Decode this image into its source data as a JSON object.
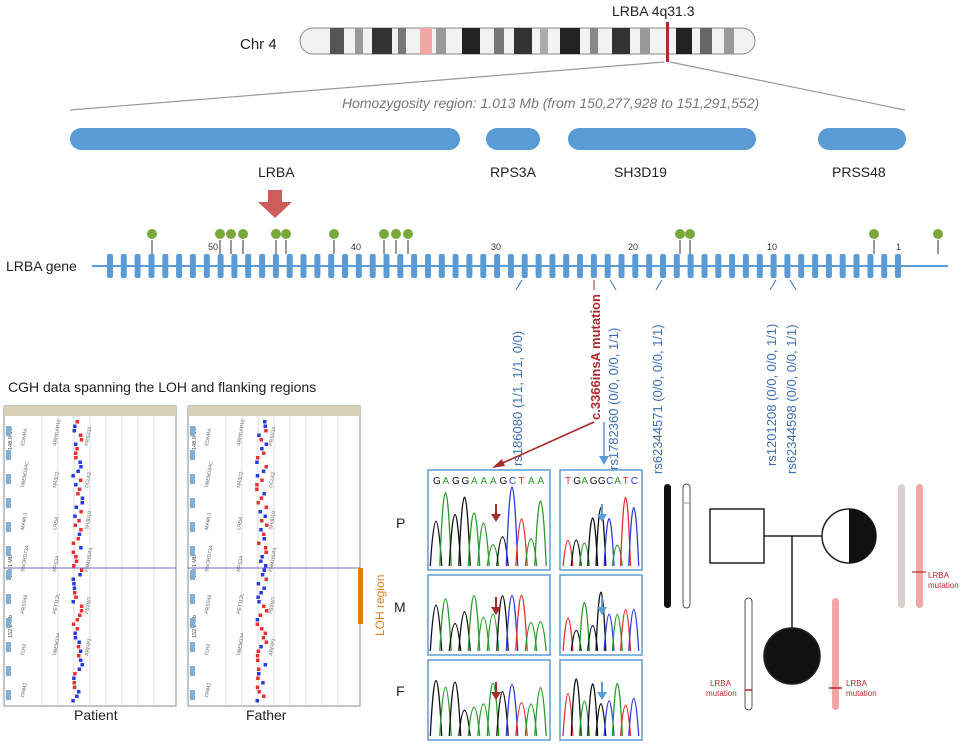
{
  "chromosome": {
    "name": "Chr 4",
    "locus_label": "LRBA 4q31.3"
  },
  "homozygosity": {
    "text": "Homozygosity region: 1.013 Mb (from 150,277,928 to 151,291,552)"
  },
  "genes": [
    {
      "name": "LRBA"
    },
    {
      "name": "RPS3A"
    },
    {
      "name": "SH3D19"
    },
    {
      "name": "PRSS48"
    }
  ],
  "lrba_gene": {
    "label": "LRBA gene",
    "exon_count": 58,
    "exon_ticks": [
      "50",
      "40",
      "30",
      "20",
      "10",
      "1"
    ]
  },
  "variants": [
    {
      "label": "rs186080 (1/1, 1/1, 0/0)",
      "color": "#3d6fb6"
    },
    {
      "label": "c.3366insA mutation",
      "color": "#b02a2a"
    },
    {
      "label": "rs1782360 (0/0, 0/0, 1/1)",
      "color": "#3d6fb6"
    },
    {
      "label": "rs62344571 (0/0, 0/0, 1/1)",
      "color": "#3d6fb6"
    },
    {
      "label": "rs1201208 (0/0, 0/0, 1/1)",
      "color": "#3d6fb6"
    },
    {
      "label": "rs62344598 (0/0, 0/0, 1/1)",
      "color": "#3d6fb6"
    }
  ],
  "cgh": {
    "title": "CGH data spanning the LOH and flanking regions",
    "panels": [
      {
        "caption": "Patient"
      },
      {
        "caption": "Father"
      }
    ],
    "axis_labels": [
      "148.0 Mb",
      "150.1 Mb",
      "152.2 Mb"
    ],
    "gene_labels": [
      "EDNRA",
      "ARHGAP10",
      "PRSS10",
      "TMEM184C",
      "NR3C2",
      "DCLK2",
      "MAML3",
      "LRBA",
      "SH3D19",
      "SNORD73A",
      "RPS3A",
      "FAM160A1",
      "PRSS48",
      "PET112L",
      "FBXW7",
      "TLR2",
      "TMEM154",
      "ARFIP1",
      "TRIM2"
    ],
    "loh_label": "LOH region"
  },
  "sequencing": {
    "rows": [
      "P",
      "M",
      "F"
    ],
    "seq_left": [
      "G",
      "A",
      "G",
      "G",
      "A",
      "A",
      "A",
      "G",
      "C",
      "T",
      "A",
      "A"
    ],
    "seq_right": [
      "T",
      "G",
      "A",
      "G",
      "G",
      "C",
      "A",
      "T",
      "C"
    ]
  },
  "pedigree": {
    "mutation_label": "LRBA\nmutation",
    "mutation_line1": "LRBA",
    "mutation_line2": "mutation"
  },
  "colors": {
    "gene_bar": "#5b9bd5",
    "mutation_red": "#a52a2a",
    "snp_blue": "#3d6fb6",
    "loh_orange": "#e07b1a",
    "green_dot": "#7aa83b"
  }
}
